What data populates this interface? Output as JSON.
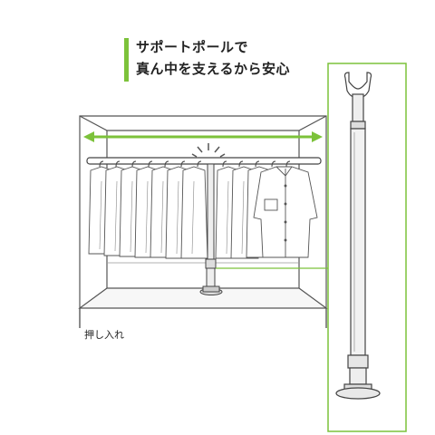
{
  "headline": {
    "line1": "サポートポールで",
    "line2": "真ん中を支えるから安心"
  },
  "caption": "押し入れ",
  "colors": {
    "accent": "#7cc23a",
    "line": "#555555",
    "pole_fill": "#eeeeee"
  }
}
